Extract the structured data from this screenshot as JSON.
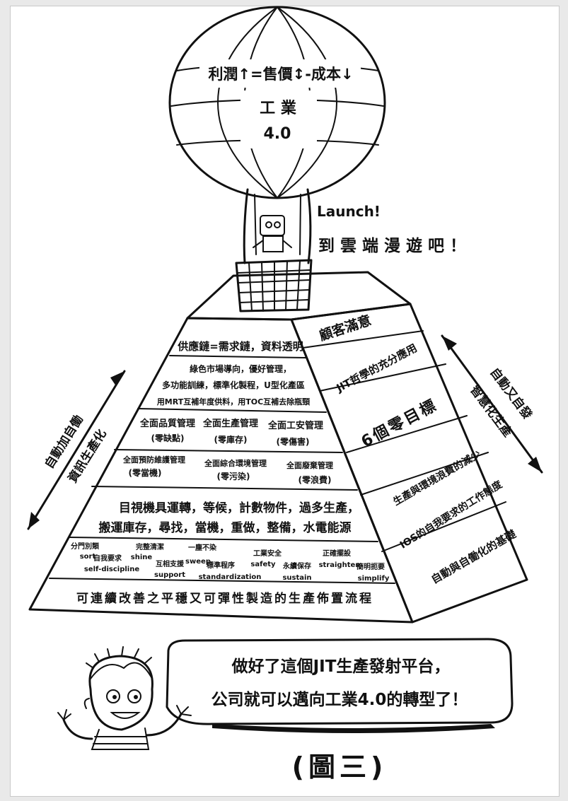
{
  "balloon": {
    "formula": "利潤↑=售價↕-成本↓",
    "title_line1": "工 業",
    "title_line2": "4.0"
  },
  "launch": {
    "line1": "Launch!",
    "line2": "到雲端漫遊吧！"
  },
  "left_arrow_label": {
    "line1": "自動加自働",
    "line2": "資訊生產化"
  },
  "right_arrow_label": {
    "line1": "自動又自發",
    "line2": "智慧化生產"
  },
  "front_face": {
    "layer1": "供應鏈=需求鏈，資料透明",
    "layer2": [
      "綠色市場導向，優好管理，",
      "多功能訓練，標準化製程，U型化產區",
      "用MRT互補年度供料，用TOC互補去除瓶頸"
    ],
    "layer3": {
      "items": [
        {
          "title": "全面品質管理",
          "sub": "(零缺點)"
        },
        {
          "title": "全面生產管理",
          "sub": "(零庫存)"
        },
        {
          "title": "全面工安管理",
          "sub": "(零傷害)"
        }
      ]
    },
    "layer4": {
      "items": [
        {
          "title": "全面預防維護管理",
          "sub": "(零當機)"
        },
        {
          "title": "全面綜合環境管理",
          "sub": "(零污染)"
        },
        {
          "title": "全面廢棄管理",
          "sub": "(零浪費)"
        }
      ]
    },
    "layer5": {
      "line1": "目視機具運轉，等候，計數物件，過多生產，",
      "line2": "搬運庫存，尋找，當機，重做，整備，水電能源"
    },
    "layer6": {
      "items": [
        {
          "zh": "分門別類",
          "en": "sort"
        },
        {
          "zh": "自我要求",
          "en": "self-discipline"
        },
        {
          "zh": "完整清潔",
          "en": "shine"
        },
        {
          "zh": "互相支援",
          "en": "support"
        },
        {
          "zh": "一塵不染",
          "en": "sweep"
        },
        {
          "zh": "標準程序",
          "en": "standardization"
        },
        {
          "zh": "工業安全",
          "en": "safety"
        },
        {
          "zh": "永續保存",
          "en": "sustain"
        },
        {
          "zh": "正確擺設",
          "en": "straighten"
        },
        {
          "zh": "簡明扼要",
          "en": "simplify"
        }
      ]
    },
    "base": "可連續改善之平穩又可彈性製造的生產佈置流程"
  },
  "side_face": {
    "items": [
      "顧客滿意",
      "JIT哲學的充分應用",
      "6個零目標",
      "生產與環境浪費的減少",
      "IOS的自我要求的工作態度",
      "自動與自働化的基礎"
    ]
  },
  "speech": {
    "line1": "做好了這個JIT生產發射平台，",
    "line2": "公司就可以邁向工業4.0的轉型了！"
  },
  "caption": "(圖三)"
}
